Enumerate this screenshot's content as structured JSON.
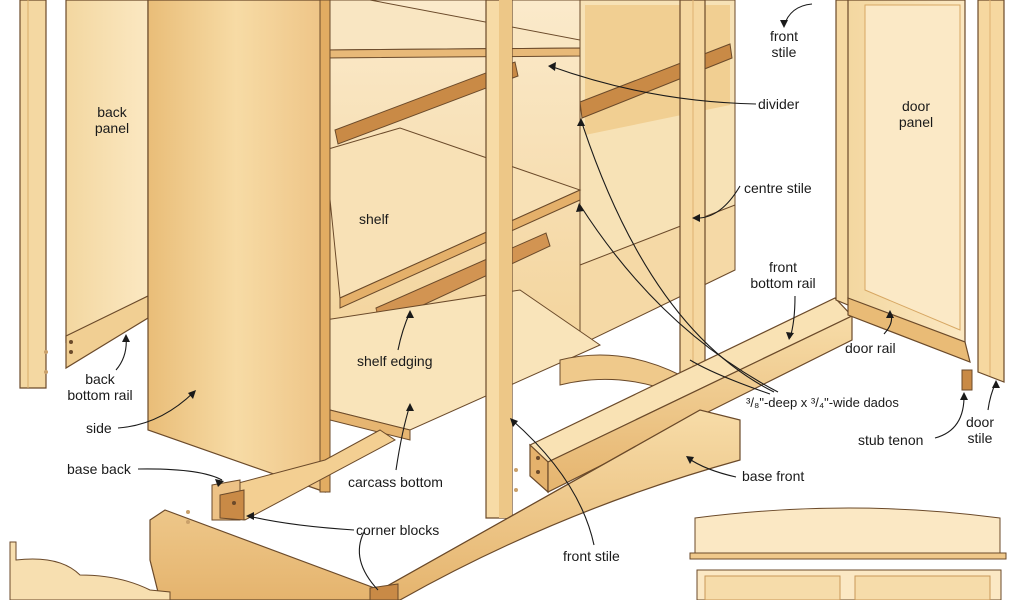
{
  "labels": {
    "back_panel": [
      "back",
      "panel"
    ],
    "front_stile_top": [
      "front",
      "stile"
    ],
    "divider": "divider",
    "door_panel": [
      "door",
      "panel"
    ],
    "centre_stile": "centre stile",
    "shelf": "shelf",
    "front_bottom_rail": [
      "front",
      "bottom rail"
    ],
    "door_rail": "door rail",
    "shelf_edging": "shelf edging",
    "back_bottom_rail": [
      "back",
      "bottom rail"
    ],
    "dados": "³/₈\"-deep x ³/₄\"-wide dados",
    "stub_tenon": "stub tenon",
    "door_stile": [
      "door",
      "stile"
    ],
    "side": "side",
    "carcass_bottom": "carcass bottom",
    "base_back": "base back",
    "base_front": "base front",
    "corner_blocks": "corner blocks",
    "front_stile_bottom": "front stile"
  },
  "colors": {
    "wood_light": "#f6dca6",
    "wood_mid": "#ecc585",
    "wood_dark": "#d9a35c",
    "edging": "#c98a46",
    "outline": "#6b4a2a"
  }
}
